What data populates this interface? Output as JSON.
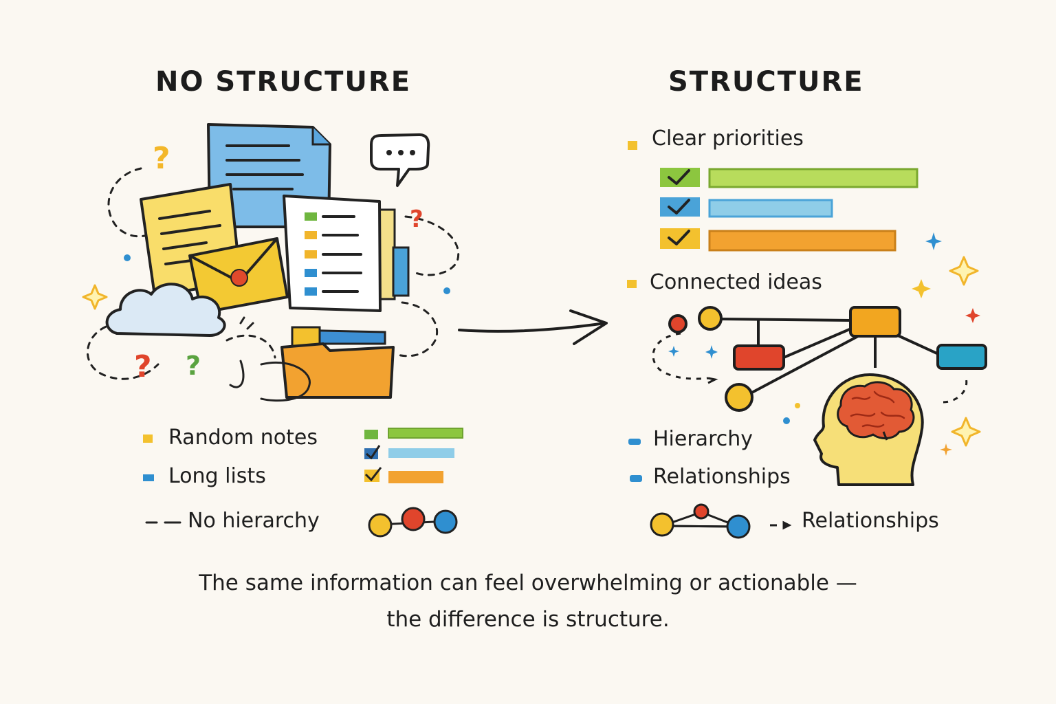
{
  "left": {
    "title": "NO STRUCTURE",
    "legend": {
      "item1": "Random notes",
      "item2": "Long lists",
      "item3": "No hierarchy"
    }
  },
  "right": {
    "title": "STRUCTURE",
    "section1": "Clear priorities",
    "section2": "Connected ideas",
    "legend": {
      "item1": "Hierarchy",
      "item2": "Relationships",
      "item3": "Relationships"
    }
  },
  "caption": {
    "line1": "The same information can feel overwhelming or actionable —",
    "line2": "the difference is structure."
  },
  "colors": {
    "yellow": "#f3c12e",
    "blue": "#2f8fd0",
    "green": "#8cc63f",
    "orange": "#f0a020",
    "red": "#e0452c",
    "teal": "#29a3c6",
    "ink": "#1e1e1e",
    "background": "#fbf8f2"
  },
  "icons": [
    "document-icon",
    "note-icon",
    "envelope-icon",
    "checklist-icon",
    "folder-icon",
    "cloud-icon",
    "speech-bubble-icon",
    "question-mark-icon",
    "sparkle-icon",
    "arrow-icon",
    "checkbox-icon",
    "node-icon",
    "brain-head-icon"
  ]
}
